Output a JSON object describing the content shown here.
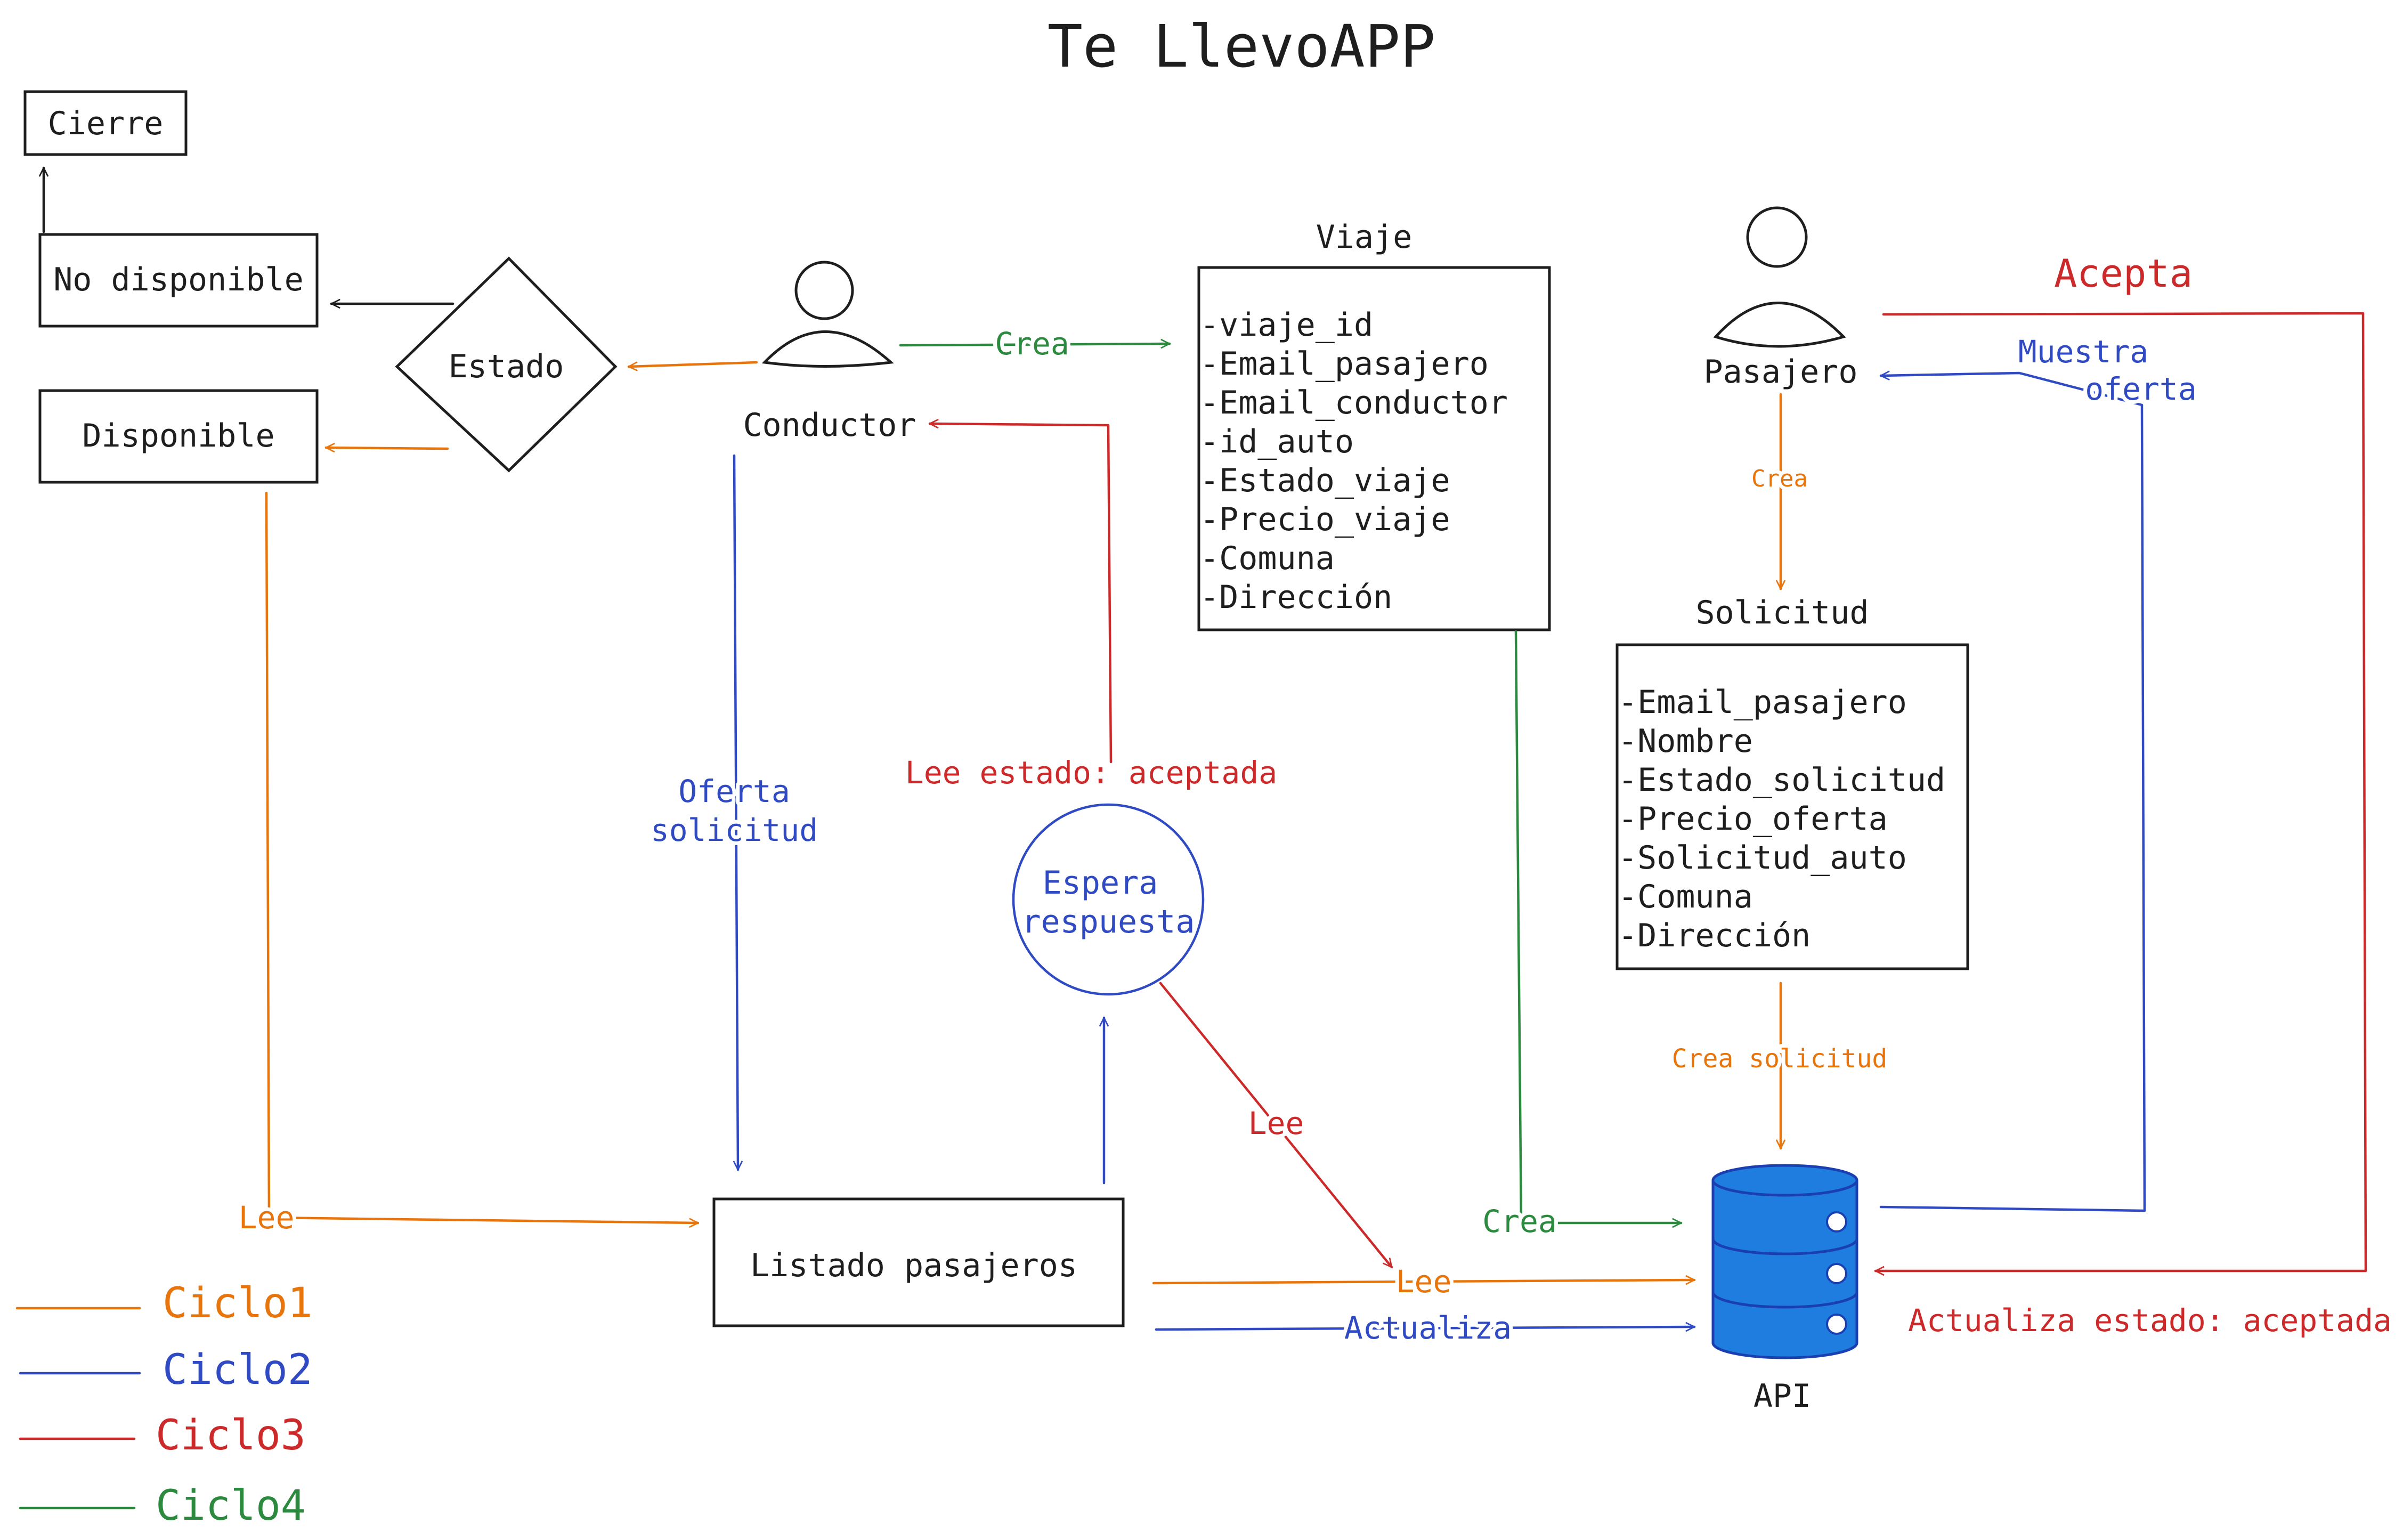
{
  "title": "Te LlevoAPP",
  "nodes": {
    "cierre": "Cierre",
    "no_disponible": "No disponible",
    "disponible": "Disponible",
    "estado": "Estado",
    "conductor": "Conductor",
    "pasajero": "Pasajero",
    "listado_pasajeros": "Listado pasajeros",
    "espera_respuesta": [
      "Espera",
      "respuesta"
    ],
    "api": "API"
  },
  "viaje": {
    "title": "Viaje",
    "fields": [
      "-viaje_id",
      "-Email_pasajero",
      "-Email_conductor",
      "-id_auto",
      "-Estado_viaje",
      "-Precio_viaje",
      "-Comuna",
      "-Dirección"
    ]
  },
  "solicitud": {
    "title": "Solicitud",
    "fields": [
      "-Email_pasajero",
      "-Nombre",
      "-Estado_solicitud",
      "-Precio_oferta",
      "-Solicitud_auto",
      "-Comuna",
      "-Dirección"
    ]
  },
  "edge_labels": {
    "crea_viaje": "Crea",
    "crea_solicitud_small": "Crea",
    "crea_api": "Crea",
    "acepta": "Acepta",
    "muestra_oferta": [
      "Muestra",
      "oferta"
    ],
    "oferta_solicitud": [
      "Oferta",
      "solicitud"
    ],
    "lee_estado_aceptada": "Lee estado: aceptada",
    "lee_espera": "Lee",
    "lee_left": "Lee",
    "lee_api": "Lee",
    "actualiza": "Actualiza",
    "crea_solicitud": "Crea solicitud",
    "actualiza_estado_aceptada": "Actualiza estado: aceptada"
  },
  "legend": [
    {
      "label": "Ciclo1",
      "color": "#e8750b"
    },
    {
      "label": "Ciclo2",
      "color": "#2f4ac2"
    },
    {
      "label": "Ciclo3",
      "color": "#cc2a2a"
    },
    {
      "label": "Ciclo4",
      "color": "#2b8a3e"
    }
  ],
  "colors": {
    "ciclo1": "#e8750b",
    "ciclo2": "#2f4ac2",
    "ciclo3": "#cc2a2a",
    "ciclo4": "#2b8a3e",
    "api_fill": "#1f7de0",
    "api_stroke": "#1a3fb0"
  },
  "icons": [
    "person-icon",
    "database-icon"
  ]
}
